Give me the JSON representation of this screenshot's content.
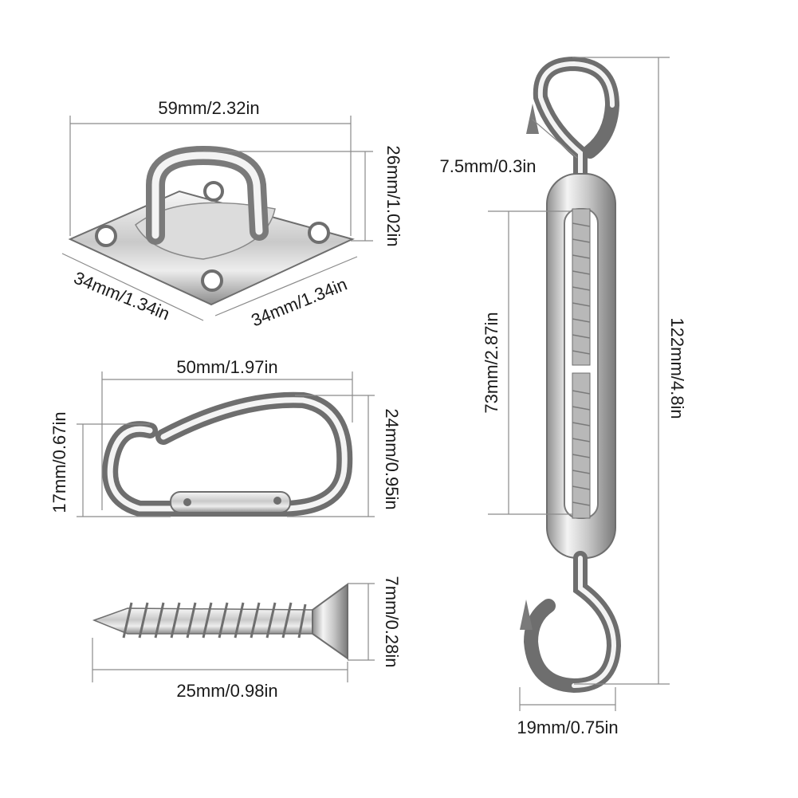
{
  "parts": {
    "pad_eye_plate": {
      "width_label": "59mm/2.32in",
      "height_label": "26mm/1.02in",
      "side_left_label": "34mm/1.34in",
      "side_right_label": "34mm/1.34in"
    },
    "snap_hook": {
      "length_label": "50mm/1.97in",
      "height_left_label": "17mm/0.67in",
      "height_right_label": "24mm/0.95in"
    },
    "screw": {
      "length_label": "25mm/0.98in",
      "head_label": "7mm/0.28in"
    },
    "turnbuckle": {
      "hook_gap_label": "7.5mm/0.3in",
      "body_label": "73mm/2.87in",
      "total_label": "122mm/4.8in",
      "hook_width_label": "19mm/0.75in"
    }
  },
  "colors": {
    "steel_light": "#f2f2f2",
    "steel_mid": "#c4c4c4",
    "steel_dark": "#6e6e6e",
    "dimension_line": "#8a8a8a",
    "text": "#1a1a1a"
  }
}
